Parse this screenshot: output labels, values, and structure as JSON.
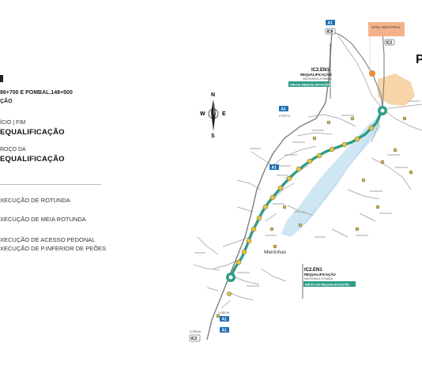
{
  "legend": {
    "route_ref": "86+700 E POMBAL.148+500",
    "route_ref_sub": "ÇÃO",
    "start_end_label": "ÍCIO | FIM",
    "start_end_title": "EQUALIFICAÇÃO",
    "section_label": "ROÇO DA",
    "section_title": "EQUALIFICAÇÃO",
    "items": [
      "XECUÇÃO DE ROTUNDA",
      "XECUÇÃO DE MEIA ROTUNDA",
      "XECUÇÃO DE ACESSO PEDONAL",
      "XECUÇÃO DE P.INFERIOR DE PEÕES"
    ]
  },
  "map": {
    "compass": {
      "n": "N",
      "s": "S",
      "e": "E",
      "w": "W"
    },
    "city_label": "P",
    "zone_label": "ZONA INDUSTRIAL",
    "town_meirinhas": "Meirinhas",
    "road_labels": {
      "a1_top": "A1",
      "ic8": "IC8",
      "ic2_top": "IC2",
      "a1_porto": "A1",
      "porto": "PORTO",
      "a1_mid": "A1",
      "a1_bottom": "A1",
      "ic2_bottom": "IC2",
      "lisboa": "LISBOA",
      "lisboa2": "LISBOA",
      "a1_bottom2": "A1"
    },
    "end_box": {
      "code": "IC2.EN1",
      "title": "REQUALIFICAÇÃO",
      "sub": "MEIRINHAS–POMBAL",
      "tag": "FIM DA REQUALIFICAÇÃO"
    },
    "start_box": {
      "code": "IC2.EN1",
      "title": "REQUALIFICAÇÃO",
      "sub": "MEIRINHAS–POMBAL",
      "tag": "INÍCIO DA REQUALIFICAÇÃO"
    },
    "colors": {
      "route": "#2e9e86",
      "roundabout": "#e8c63a",
      "water": "#cfe6f3",
      "urban": "#f6d0a0",
      "zone": "#f5b28a",
      "highway_badge": "#1f6fb4"
    }
  }
}
